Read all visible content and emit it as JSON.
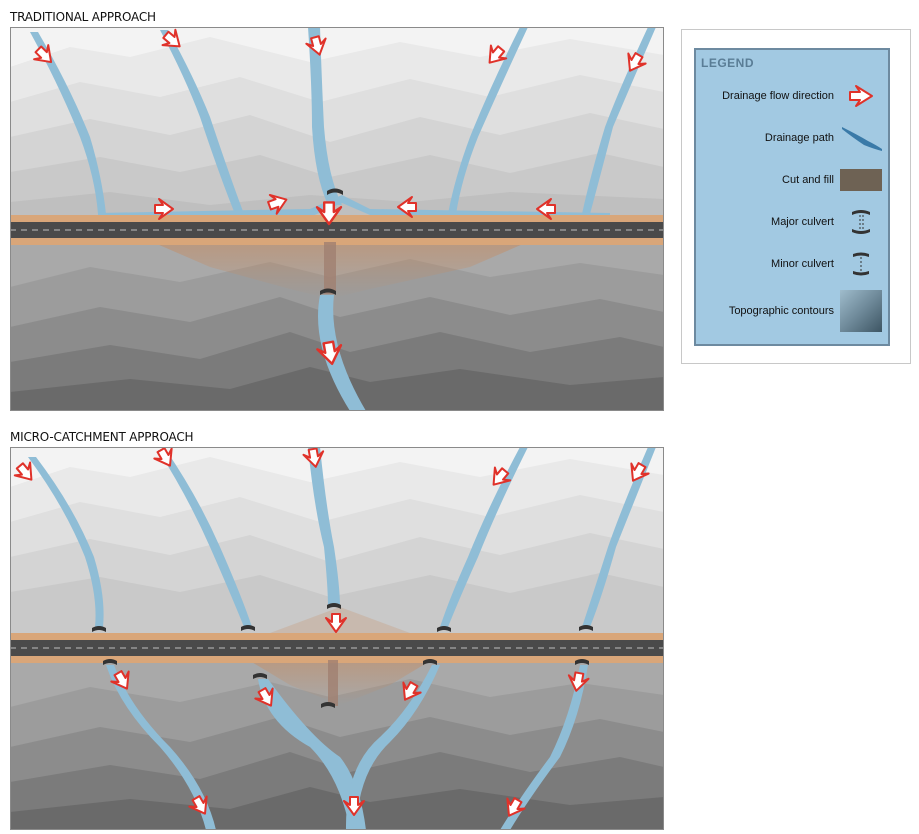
{
  "panels": {
    "top_title": "TRADITIONAL APPROACH",
    "bottom_title": "MICRO-CATCHMENT APPROACH"
  },
  "legend": {
    "title": "LEGEND",
    "items": [
      {
        "label": "Drainage flow direction",
        "icon": "flow-arrow-icon"
      },
      {
        "label": "Drainage path",
        "icon": "drainage-path-icon"
      },
      {
        "label": "Cut and fill",
        "icon": "cut-fill-swatch"
      },
      {
        "label": "Major culvert",
        "icon": "major-culvert-icon"
      },
      {
        "label": "Minor culvert",
        "icon": "minor-culvert-icon"
      },
      {
        "label": "Topographic contours",
        "icon": "contour-swatch"
      }
    ]
  },
  "colors": {
    "water": "#8fbdd6",
    "arrow": "#e0322a",
    "road_edge": "#d9a679",
    "road": "#4a4a4a",
    "fill": "#b9805a",
    "legend_bg": "#a2c9e2"
  }
}
